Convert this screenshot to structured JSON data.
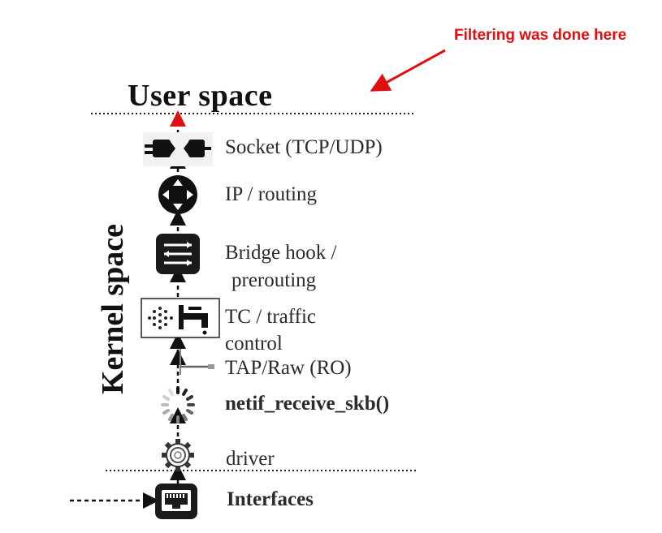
{
  "annotation": {
    "text": "Filtering was done here",
    "color": "#e01010"
  },
  "regions": {
    "user_space": "User space",
    "kernel_space": "Kernel space"
  },
  "layers": {
    "socket": "Socket (TCP/UDP)",
    "ip": "IP / routing",
    "bridge_line1": "Bridge hook /",
    "bridge_line2": "prerouting",
    "tc_line1": "TC / traffic",
    "tc_line2": "control",
    "tap": "TAP/Raw (RO)",
    "netif": "netif_receive_skb()",
    "driver": "driver",
    "interfaces": "Interfaces"
  },
  "icons": [
    "plug-socket-icon",
    "router-icon",
    "bridge-switch-icon",
    "tap-filter-icon",
    "tap-probe-icon",
    "spinner-icon",
    "gear-icon",
    "ethernet-port-icon"
  ]
}
